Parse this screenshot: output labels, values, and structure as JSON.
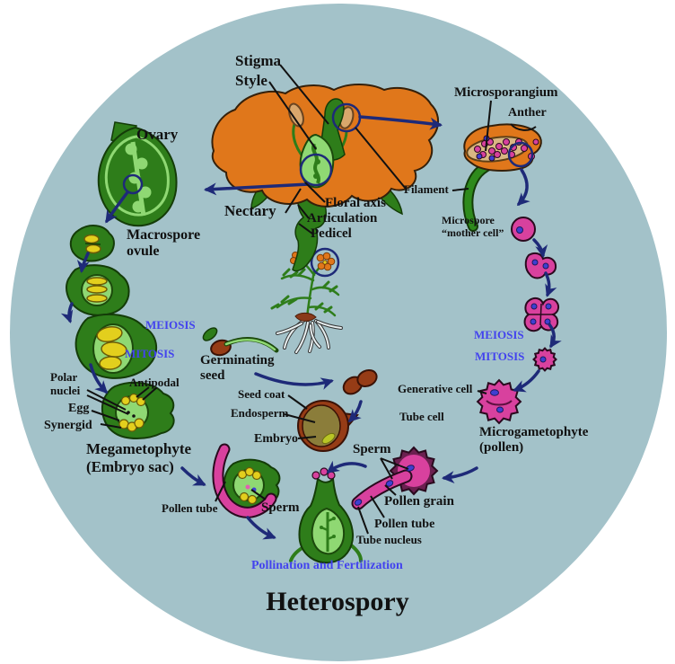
{
  "title": "Heterospory",
  "caption": "Pollination and Fertilization",
  "flower": {
    "stigma": "Stigma",
    "style": "Style",
    "ovary": "Ovary",
    "nectary": "Nectary",
    "floral_axis": "Floral axis",
    "articulation": "Articulation",
    "pedicel": "Pedicel",
    "microsporangium": "Microsporangium",
    "anther": "Anther",
    "filament": "Filament"
  },
  "megaspore_side": {
    "macrospore_ovule": [
      "Macrospore",
      "ovule"
    ],
    "meiosis": "MEIOSIS",
    "mitosis": "MITOSIS",
    "polar_nuclei": [
      "Polar",
      "nuclei"
    ],
    "antipodal": "Antipodal",
    "egg": "Egg",
    "synergid": "Synergid",
    "megametophyte": [
      "Megametophyte",
      "(Embryo sac)"
    ],
    "pollen_tube": "Pollen tube",
    "sperm": "Sperm"
  },
  "microspore_side": {
    "microspore_mother_cell": [
      "Microspore",
      "“mother cell”"
    ],
    "meiosis": "MEIOSIS",
    "mitosis": "MITOSIS",
    "generative_cell": "Generative cell",
    "tube_cell": "Tube cell",
    "microgametophyte": [
      "Microgametophyte",
      "(pollen)"
    ],
    "sperm": "Sperm",
    "pollen_grain": "Pollen grain",
    "pollen_tube": "Pollen tube",
    "tube_nucleus": "Tube nucleus"
  },
  "seed_stages": {
    "germinating_seed": [
      "Germinating",
      "seed"
    ],
    "seed_coat": "Seed coat",
    "endosperm": "Endosperm",
    "embryo": "Embryo"
  },
  "colors": {
    "circle_background": "#a3c2c9",
    "petal_orange": "#e0771b",
    "plant_dark_green": "#2e7d1a",
    "tissue_light_green": "#8fd873",
    "cell_yellow": "#e3cf1d",
    "pollen_magenta": "#d8419e",
    "pollen_rim_purple": "#6b2050",
    "nucleus_blue": "#3f3fd1",
    "arrow_navy": "#1e2a78",
    "stage_text_blue": "#4343ee",
    "seed_brown": "#963c16",
    "endosperm_olive": "#8b7d3a",
    "label_black": "#111111"
  }
}
